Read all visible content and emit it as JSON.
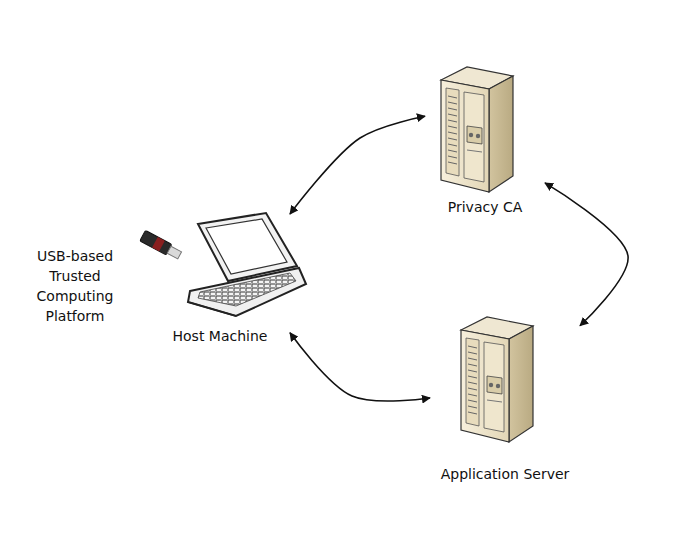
{
  "diagram": {
    "nodes": [
      {
        "text": [
          "USB-based Trusted Computing Platform"
        ]
      },
      {
        "text": [
          "Host Machine"
        ]
      },
      {
        "text": [
          "Privacy CA"
        ]
      },
      {
        "text": [
          "Application Server"
        ]
      }
    ],
    "edges": [
      {
        "from": 1,
        "to": 2,
        "arrow": "both"
      },
      {
        "from": 2,
        "to": 3,
        "arrow": "both"
      },
      {
        "from": 1,
        "to": 3,
        "arrow": "both"
      }
    ]
  }
}
